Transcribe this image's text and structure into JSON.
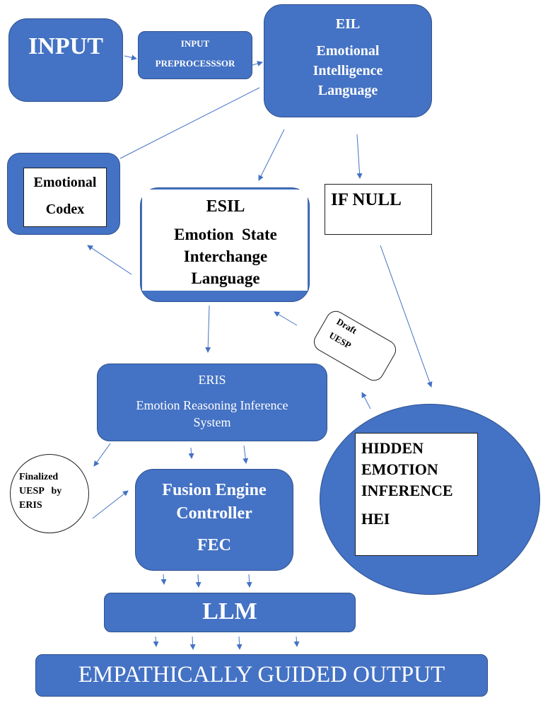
{
  "nodes": {
    "input": {
      "label": "INPUT"
    },
    "input_preprocessor": {
      "line1": "INPUT",
      "line2": "PREPROCESSSOR"
    },
    "eil": {
      "title": "EIL",
      "line1": "Emotional",
      "line2": "Intelligence",
      "line3": "Language"
    },
    "emotional_codex": {
      "line1": "Emotional",
      "line2": "Codex"
    },
    "esil": {
      "title": "ESIL",
      "line1": "Emotion  State",
      "line2": "Interchange",
      "line3": "Language"
    },
    "if_null": {
      "label": "IF NULL"
    },
    "draft_uesp": {
      "line1": "Draft",
      "line2": "UESP"
    },
    "eris": {
      "title": "ERIS",
      "line1": "Emotion Reasoning Inference",
      "line2": "System"
    },
    "finalized_uesp": {
      "line1": "Finalized",
      "line2": "UESP   by",
      "line3": "ERIS"
    },
    "fec": {
      "line1": "Fusion Engine",
      "line2": "Controller",
      "line3": "FEC"
    },
    "hei": {
      "line1": "HIDDEN",
      "line2": "EMOTION",
      "line3": "INFERENCE",
      "line4": "HEI"
    },
    "llm": {
      "label": "LLM"
    },
    "output": {
      "label": "EMPATHICALLY GUIDED OUTPUT"
    }
  },
  "colors": {
    "box_fill": "#4472C4",
    "box_border": "#2F528F",
    "arrow": "#4472C4",
    "text_light": "#ffffff",
    "text_dark": "#000000"
  }
}
